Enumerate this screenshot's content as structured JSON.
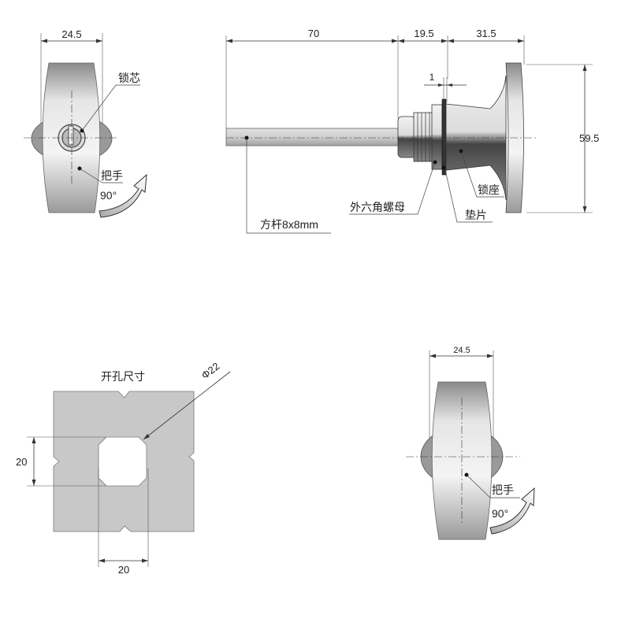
{
  "front_view": {
    "width_dim": "24.5",
    "label_cylinder": "锁芯",
    "label_handle": "把手",
    "rotation": "90°"
  },
  "side_view": {
    "dim_shaft": "70",
    "dim_nut": "19.5",
    "dim_handle": "31.5",
    "dim_washer": "1",
    "dim_height": "59.5",
    "label_hex_nut": "外六角螺母",
    "label_washer": "垫片",
    "label_seat": "锁座",
    "label_shaft": "方杆8x8mm"
  },
  "cutout_view": {
    "title": "开孔尺寸",
    "diameter": "Φ22",
    "dim_height": "20",
    "dim_width": "20"
  },
  "back_view": {
    "width_dim": "24.5",
    "label_handle": "把手",
    "rotation": "90°"
  },
  "colors": {
    "plate": "#c8c8c8",
    "metal_light": "#f0f0f0",
    "metal_dark": "#555555"
  }
}
